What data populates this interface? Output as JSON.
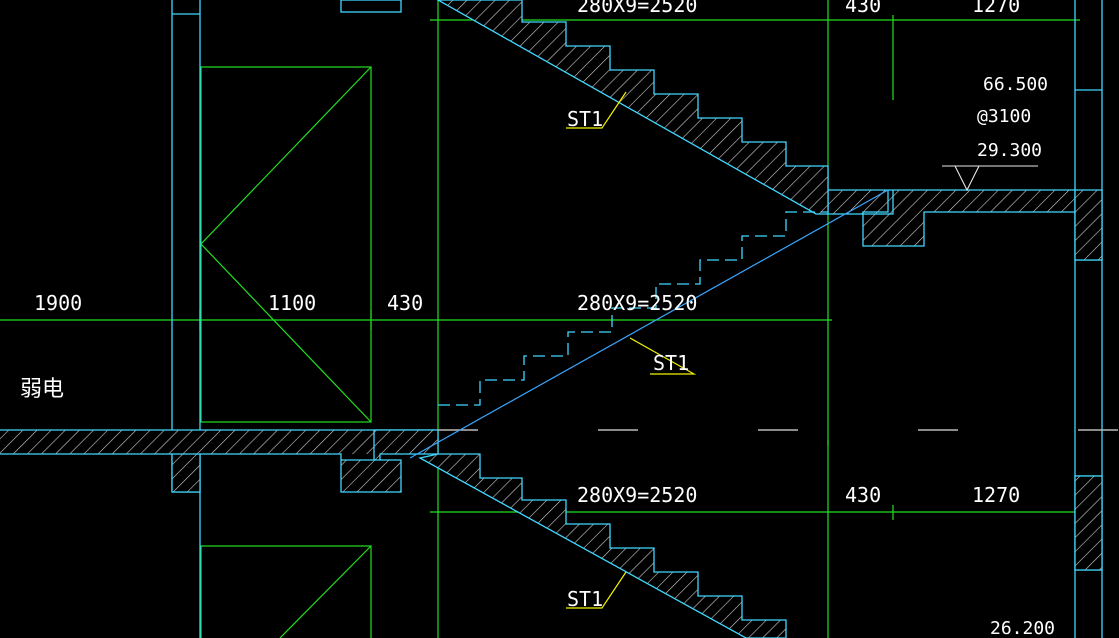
{
  "dimensions": {
    "top_run": "280X9=2520",
    "top_gap": "430",
    "top_right": "1270",
    "mid_left": "1900",
    "mid_opening": "1100",
    "mid_gap": "430",
    "mid_run": "280X9=2520",
    "bottom_run": "280X9=2520",
    "bottom_gap": "430",
    "bottom_right": "1270"
  },
  "labels": {
    "stair_upper": "ST1",
    "stair_middle": "ST1",
    "stair_lower": "ST1",
    "room_weak_current": "弱电"
  },
  "levels": {
    "level_top": "66.500",
    "spacing": "@3100",
    "level_landing": "29.300",
    "level_bottom": "26.200"
  },
  "colors": {
    "background": "#000000",
    "dimension_lines": "#21e021",
    "structure_outline": "#3fd8ff",
    "stair_slab_line": "#3aa7ff",
    "leader_lines": "#f2f200"
  }
}
